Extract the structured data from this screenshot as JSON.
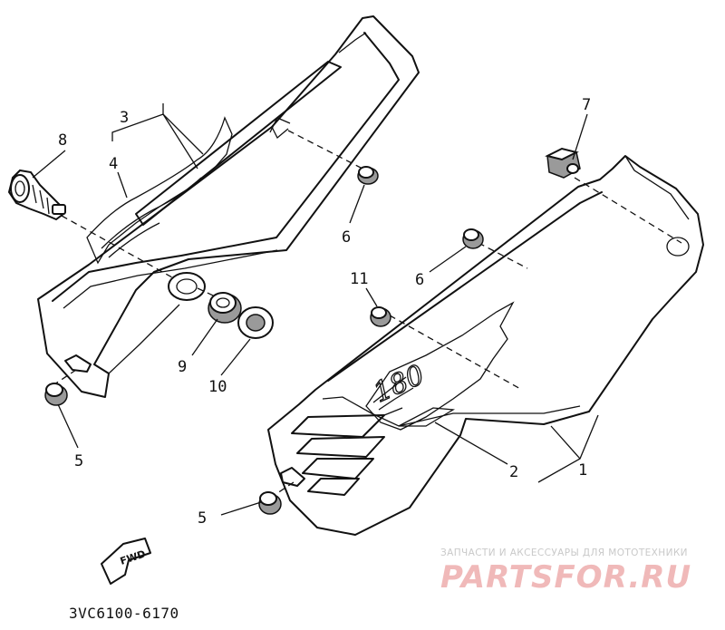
{
  "callouts": {
    "c1": "1",
    "c2": "2",
    "c3": "3",
    "c4": "4",
    "c5a": "5",
    "c5b": "5",
    "c6a": "6",
    "c6b": "6",
    "c7": "7",
    "c8": "8",
    "c9": "9",
    "c10": "10",
    "c11": "11"
  },
  "diagram_code": "3VC6100-6170",
  "direction_label": "FWD",
  "emblem_text": "180",
  "watermark": {
    "tagline": "ЗАПЧАСТИ И АКСЕССУАРЫ ДЛЯ МОТОТЕХНИКИ",
    "brand": "PARTSFOR.RU"
  }
}
